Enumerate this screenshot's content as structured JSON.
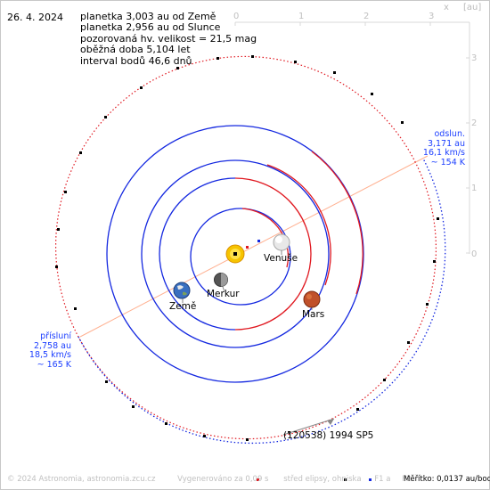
{
  "date": "26. 4. 2024",
  "info_lines": [
    "planetka 3,003 au od Země",
    "planetka 2,956 au od Slunce",
    "pozorovaná hv. velikost = 21,5 mag",
    "oběžná doba 5,104 let",
    "interval bodů 46,6 dnů"
  ],
  "top_axis": [
    "0",
    "1",
    "2",
    "3"
  ],
  "right_axis": [
    "3",
    "2",
    "1",
    "0"
  ],
  "close_symbol": "x",
  "unit": "[au]",
  "aphelion": [
    "odslun.",
    "3,171 au",
    "16,1 km/s",
    "~ 154 K"
  ],
  "perihelion": [
    "přísluní",
    "2,758 au",
    "18,5 km/s",
    "~ 165 K"
  ],
  "planets": {
    "venus": "Venuše",
    "mercury": "Merkur",
    "earth": "Země",
    "mars": "Mars"
  },
  "asteroid_name": "(120538) 1994 SP5",
  "footer": {
    "copyright": "© 2024 Astronomia, astronomia.zcu.cz",
    "generated": "Vygenerováno za 0,09 s",
    "center": "střed elipsy, ohniska",
    "f1": "F1 a",
    "f2": "F2",
    "scale": "Měřítko: 0,0137 au/bod"
  },
  "colors": {
    "blue_orbit": "#1428e0",
    "red_orbit": "#e01820",
    "axis_line": "#ff9a78",
    "label_blue": "#1e40ff"
  }
}
